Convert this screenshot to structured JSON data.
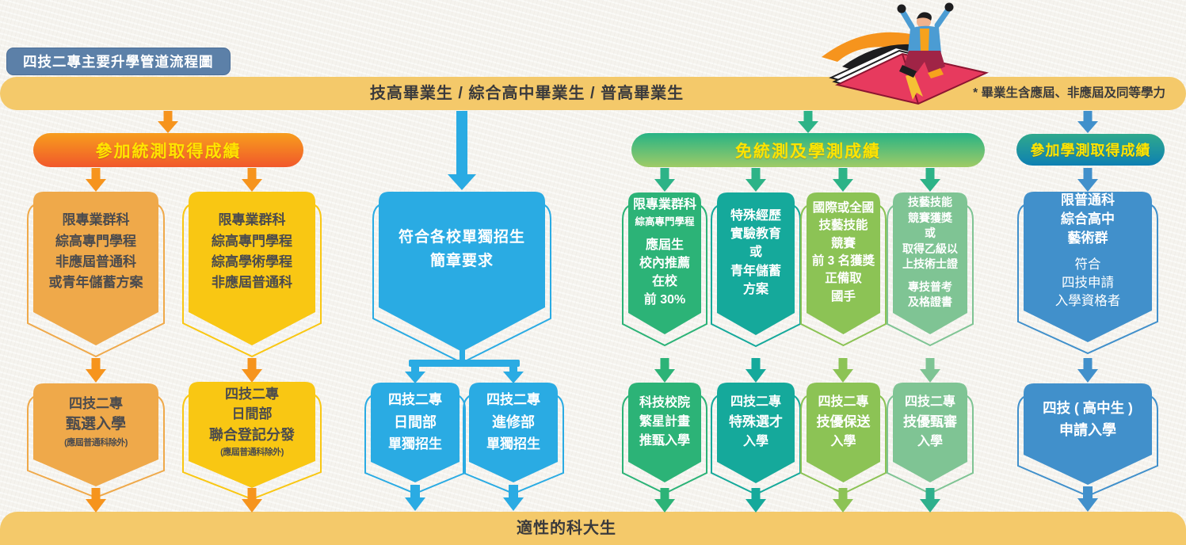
{
  "title_badge": "四技二專主要升學管道流程圖",
  "top_banner": {
    "label": "技高畢業生 / 綜合高中畢業生 / 普高畢業生",
    "note": "* 畢業生含應屆、非應屆及同等學力"
  },
  "bottom_banner": {
    "label": "適性的科大生"
  },
  "illustration": "student-riding-flying-book",
  "colors": {
    "banner": "#f4c96a",
    "badge": "#5c80a8",
    "header_text": "#ffe400",
    "orange": "#f6941d",
    "amber": "#efa94a",
    "yellow": "#f9c713",
    "cyan": "#2aabe3",
    "green": "#2cb377",
    "teal": "#15a99b",
    "lime": "#8cc355",
    "sage": "#7fc494",
    "blue": "#4190cb"
  },
  "col_unified_exam": {
    "header": "參加統測取得成績",
    "eligibility_a": {
      "l1": "限專業群科",
      "l2": "綜高專門學程",
      "l3": "非應屆普通科",
      "l4": "或青年儲蓄方案"
    },
    "eligibility_b": {
      "l1": "限專業群科",
      "l2": "綜高專門學程",
      "l3": "綜高學術學程",
      "l4": "非應屆普通科"
    },
    "admission_a": {
      "l1": "四技二專",
      "l2": "甄選入學",
      "l3": "(應屆普通科除外)"
    },
    "admission_b": {
      "l1": "四技二專",
      "l2": "日間部",
      "l3": "聯合登記分發",
      "l4": "(應屆普通科除外)"
    }
  },
  "col_independent": {
    "requirement": {
      "l1": "符合各校單獨招生",
      "l2": "簡章要求"
    },
    "admission_day": {
      "l1": "四技二專",
      "l2": "日間部",
      "l3": "單獨招生"
    },
    "admission_cont": {
      "l1": "四技二專",
      "l2": "進修部",
      "l3": "單獨招生"
    }
  },
  "col_exam_free": {
    "header": "免統測及學測成績",
    "eligibility_star": {
      "l1": "限專業群科",
      "l2": "綜高專門學程",
      "l3": "應屆生",
      "l4": "校內推薦",
      "l5": "在校",
      "l6": "前 30%"
    },
    "eligibility_special": {
      "l1": "特殊經歷",
      "l2": "實驗教育",
      "l3": "或",
      "l4": "青年儲蓄",
      "l5": "方案"
    },
    "eligibility_baosong": {
      "l1": "國際或全國",
      "l2": "技藝技能",
      "l3": "競賽",
      "l4": "前 3 名獲獎",
      "l5": "正備取",
      "l6": "國手"
    },
    "eligibility_zhenshen": {
      "l1": "技藝技能",
      "l2": "競賽獲獎",
      "l3": "或",
      "l4": "取得乙級以",
      "l5": "上技術士證",
      "l6": "專技普考",
      "l7": "及格證書"
    },
    "admission_star": {
      "l1a": "科技",
      "l1b": "校院",
      "l2a": "繁星",
      "l2b": "計畫",
      "l3": "推甄入學"
    },
    "admission_special": {
      "l1": "四技二專",
      "l2": "特殊選才",
      "l3": "入學"
    },
    "admission_baosong": {
      "l1": "四技二專",
      "l2": "技優保送",
      "l3": "入學"
    },
    "admission_zhenshen": {
      "l1": "四技二專",
      "l2": "技優甄審",
      "l3": "入學"
    }
  },
  "col_gsat": {
    "header": "參加學測取得成績",
    "eligibility": {
      "l1": "限普通科",
      "l2": "綜合高中",
      "l3": "藝術群",
      "l4": "符合",
      "l5": "四技申請",
      "l6": "入學資格者"
    },
    "admission": {
      "l1": "四技 ( 高中生 )",
      "l2": "申請入學"
    }
  }
}
